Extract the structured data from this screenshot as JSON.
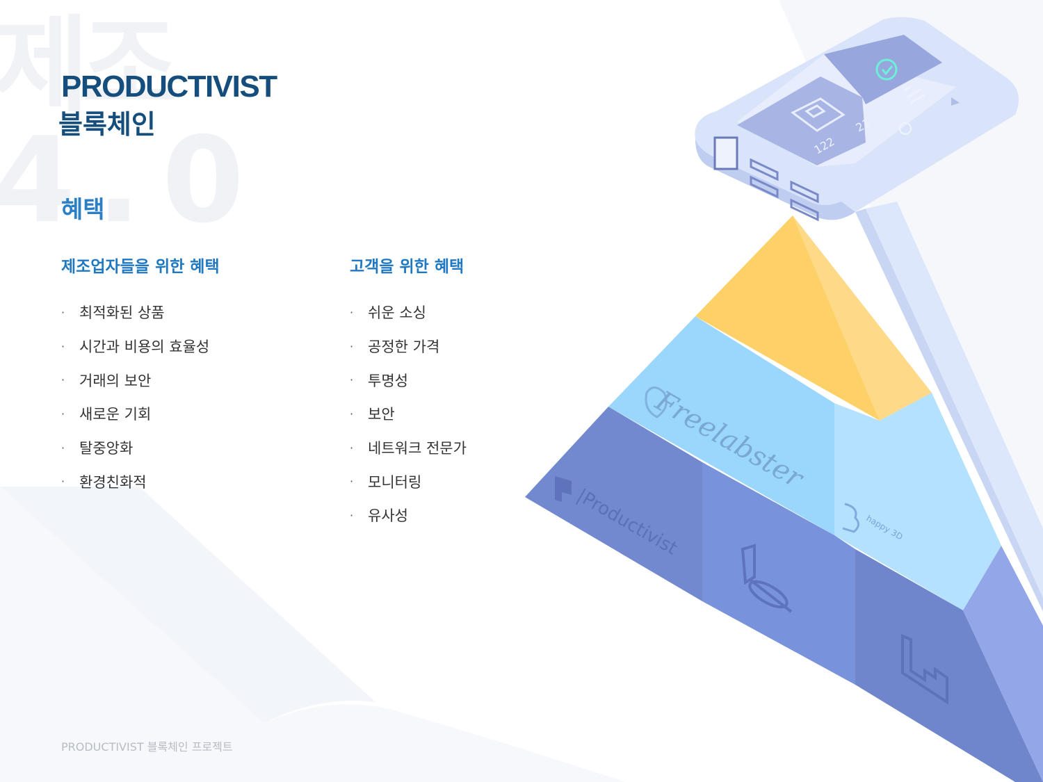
{
  "watermark": {
    "top": "제조",
    "bottom": "4.0"
  },
  "header": {
    "title_en": "PRODUCTIVIST",
    "title_ko": "블록체인"
  },
  "section": {
    "title": "혜택"
  },
  "columns": [
    {
      "heading": "제조업자들을 위한 혜택",
      "items": [
        "최적화된 상품",
        "시간과 비용의 효율성",
        "거래의 보안",
        "새로운 기회",
        "탈중앙화",
        "환경친화적"
      ]
    },
    {
      "heading": "고객을 위한 혜택",
      "items": [
        "쉬운 소싱",
        "공정한 가격",
        "투명성",
        "보안",
        "네트워크 전문가",
        "모니터링",
        "유사성"
      ]
    }
  ],
  "bullet": "·",
  "illustration": {
    "logos": {
      "freelabster": "Freelabster",
      "productivist": "|Productivist",
      "happy3d": "happy 3D"
    },
    "device": {
      "readout_left": "122",
      "readout_right": "21"
    }
  },
  "footer": "PRODUCTIVIST 블록체인 프로젝트",
  "colors": {
    "navy": "#154d7c",
    "blue": "#1f78c2",
    "yellow": "#fdd068",
    "light_blue": "#9bd7fd",
    "indigo": "#7289cf"
  }
}
